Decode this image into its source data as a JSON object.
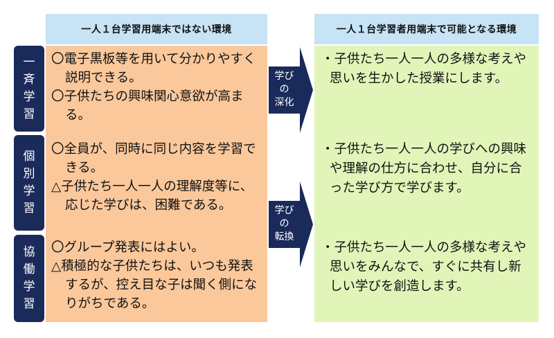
{
  "headers": {
    "left": "一人１台学習用端末ではない環境",
    "right": "一人１台学習者用端末で可能となる環境"
  },
  "rows": [
    {
      "label": [
        "一",
        "斉",
        "学",
        "習"
      ],
      "left_items": [
        "〇電子黒板等を用いて分かりやすく説明できる。",
        "〇子供たちの興味関心意欲が高まる。"
      ],
      "right_text": "・子供たち一人一人の多様な考えや思いを生かした授業にします。"
    },
    {
      "label": [
        "個",
        "別",
        "学",
        "習"
      ],
      "left_items": [
        "〇全員が、同時に同じ内容を学習できる。",
        "△子供たち一人一人の理解度等に、応じた学びは、困難である。"
      ],
      "right_text": "・子供たち一人一人の学びへの興味や理解の仕方に合わせ、自分に合った学び方で学びます。"
    },
    {
      "label": [
        "協",
        "働",
        "学",
        "習"
      ],
      "left_items": [
        "〇グループ発表にはよい。",
        "△積極的な子供たちは、いつも発表するが、控え目な子は聞く側になりがちである。"
      ],
      "right_text": "・子供たち一人一人の多様な考えや思いをみんなで、すぐに共有し新しい学びを創造します。"
    }
  ],
  "arrows": [
    {
      "label": [
        "学び",
        "の",
        "深化"
      ]
    },
    {
      "label": [
        "学び",
        "の",
        "転換"
      ]
    }
  ],
  "colors": {
    "header_bg": "#c6e4f5",
    "side_label_bg": "#1a2a5a",
    "arrow": "#1a2a5a",
    "left_cell_bg": "#fbc89b",
    "right_cell_bg": "#e2f5b9"
  }
}
